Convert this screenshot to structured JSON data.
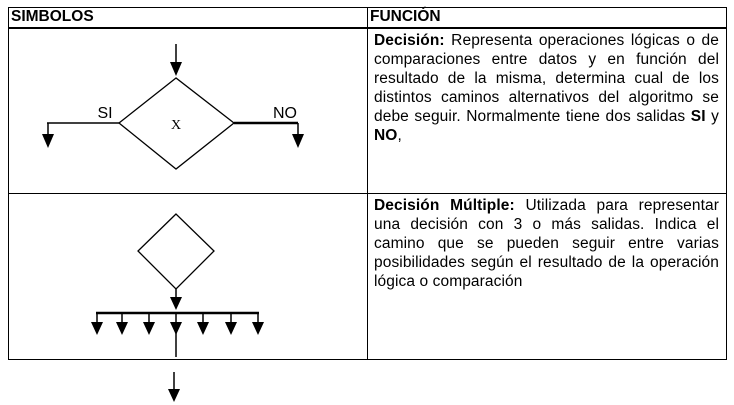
{
  "header": {
    "col_symbols": "SIMBOLOS",
    "col_function": "FUNCIÓN"
  },
  "rows": [
    {
      "symbol": {
        "yes_label": "SI",
        "no_label": "NO",
        "center_label": "X"
      },
      "title": "Decisión:",
      "text": " Representa operaciones lógicas o de comparaciones entre datos y en función del resultado de la misma, determina cual de los distintos caminos alternativos del algoritmo se debe seguir. Normalmente tiene dos salidas ",
      "yes": "SI",
      "joiner": " y ",
      "no": "NO",
      "tail": ","
    },
    {
      "title": "Decisión Múltiple:",
      "text": " Utilizada para representar una decisión con 3 o más salidas. Indica el camino que se pueden seguir entre varias posibilidades según el resultado de la operación lógica o comparación"
    }
  ],
  "icons": [
    "decision-diamond-icon",
    "multiple-decision-icon",
    "arrow-down-icon"
  ]
}
